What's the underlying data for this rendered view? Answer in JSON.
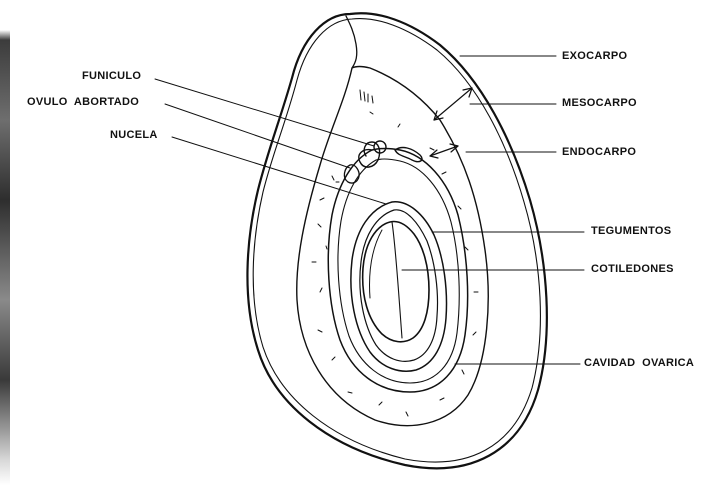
{
  "diagram": {
    "labels": {
      "funiculo": "FUNICULO",
      "ovulo_abortado": "OVULO  ABORTADO",
      "nucela": "NUCELA",
      "exocarpo": "EXOCARPO",
      "mesocarpo": "MESOCARPO",
      "endocarpo": "ENDOCARPO",
      "tegumentos": "TEGUMENTOS",
      "cotiledones": "COTILEDONES",
      "cavidad_ovarica": "CAVIDAD  OVARICA"
    }
  },
  "colors": {
    "ink": "#111111",
    "background": "#ffffff",
    "left_edge_dark": "#4a4a4a",
    "left_edge_light": "#bdbdbd"
  }
}
